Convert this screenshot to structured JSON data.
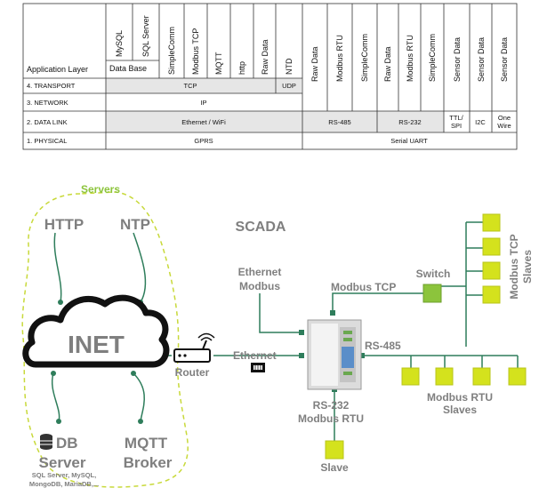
{
  "table": {
    "layer_header": "Application Layer",
    "layers": [
      "4. TRANSPORT",
      "3. NETWORK",
      "2. DATA LINK",
      "1. PHYSICAL"
    ],
    "db_group": "Data Base",
    "columns": [
      "MySQL",
      "SQL Server",
      "SimpleComm",
      "Modbus TCP",
      "MQTT",
      "http",
      "Raw Data",
      "NTD",
      "Raw Data",
      "Modbus RTU",
      "SimpleComm",
      "Raw Data",
      "Modbus RTU",
      "SimpleComm",
      "Sensor Data",
      "Sensor Data",
      "Sensor Data"
    ],
    "cells": {
      "tcp": "TCP",
      "udp": "UDP",
      "ip": "IP",
      "eth_wifi": "Ethernet / WiFi",
      "rs485": "RS-485",
      "rs232": "RS-232",
      "ttl_spi_1": "TTL/",
      "ttl_spi_2": "SPI",
      "i2c": "I2C",
      "onewire_1": "One",
      "onewire_2": "Wire",
      "gprs": "GPRS",
      "serial_uart": "Serial UART"
    }
  },
  "diagram": {
    "servers": "Servers",
    "http": "HTTP",
    "ntp": "NTP",
    "inet": "INET",
    "db_1": "DB",
    "db_2": "Server",
    "db_sub_1": "SQL Server, MySQL,",
    "db_sub_2": "MongoDB, MariaDB,...",
    "mqtt_1": "MQTT",
    "mqtt_2": "Broker",
    "router": "Router",
    "ethernet": "Ethernet",
    "scada": "SCADA",
    "eth_modbus_1": "Ethernet",
    "eth_modbus_2": "Modbus",
    "modbus_tcp": "Modbus TCP",
    "switch": "Switch",
    "tcp_slaves_1": "Modbus TCP",
    "tcp_slaves_2": "Slaves",
    "rs485": "RS-485",
    "rtu_slaves_1": "Modbus RTU",
    "rtu_slaves_2": "Slaves",
    "rs232_1": "RS-232",
    "rs232_2": "Modbus RTU",
    "slave": "Slave"
  },
  "colors": {
    "green_line": "#2e7d5b",
    "device_yellow": "#d4e21d",
    "switch_green": "#8cc43c",
    "label_gray": "#7f7f7f",
    "table_gray": "#e6e6e6"
  }
}
